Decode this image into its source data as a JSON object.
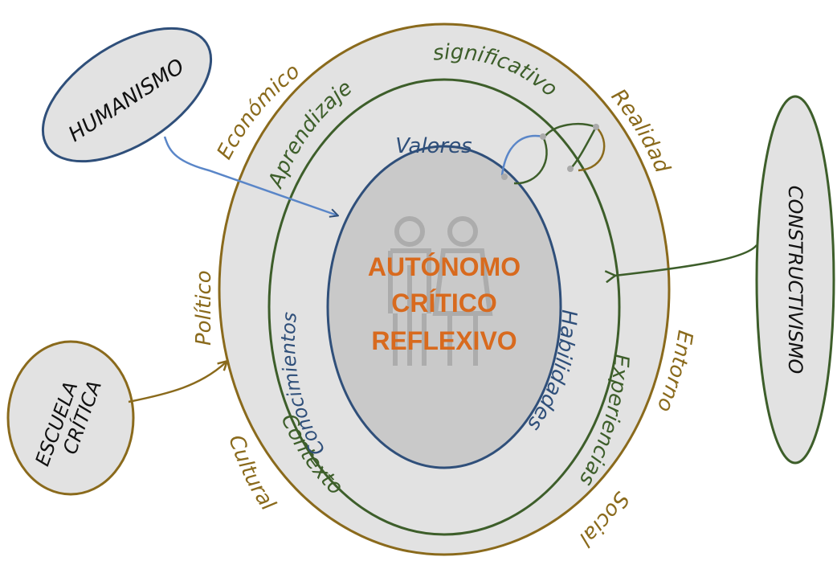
{
  "center": {
    "lines": [
      "AUTÓNOMO",
      "CRÍTICO",
      "REFLEXIVO"
    ],
    "icon": "couple-icon"
  },
  "rings": {
    "outer": {
      "labels": {
        "economico": "Económico",
        "realidad": "Realidad",
        "politico": "Político",
        "entorno": "Entorno",
        "cultural": "Cultural",
        "social": "Social"
      }
    },
    "middle": {
      "labels": {
        "aprendizaje": "Aprendizaje",
        "significativo": "significativo",
        "contexto": "Contexto",
        "experiencias": "Experiencias"
      }
    },
    "inner": {
      "labels": {
        "valores": "Valores",
        "conocimientos": "Conocimientos",
        "habilidades": "Habilidades"
      }
    }
  },
  "side_nodes": {
    "humanismo": "HUMANISMO",
    "constructivismo": "CONSTRUCTIVISMO",
    "escuela_critica": [
      "ESCUELA",
      "CRÍTICA"
    ]
  },
  "colors": {
    "gold": "#8a6a1c",
    "green": "#3d5e2a",
    "blue": "#2f4f7a",
    "orange": "#d86a1e",
    "outer_fill": "#e2e2e2",
    "inner_fill": "#c9c9c9",
    "arrow_blue": "#5a86c8"
  }
}
